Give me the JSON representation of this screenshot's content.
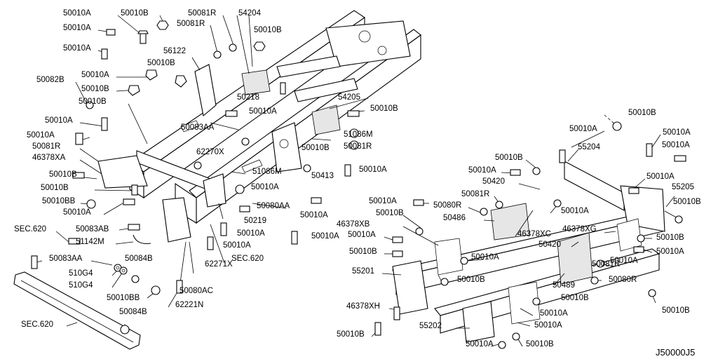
{
  "diagram_id": "J50000J5",
  "parts": [
    {
      "label": "50010A"
    },
    {
      "label": "50010B"
    },
    {
      "label": "50081R"
    },
    {
      "label": "54204"
    },
    {
      "label": "50010A"
    },
    {
      "label": "50081R"
    },
    {
      "label": "50010B"
    },
    {
      "label": "50010A"
    },
    {
      "label": "56122"
    },
    {
      "label": "50010B"
    },
    {
      "label": "50010A"
    },
    {
      "label": "50010B"
    },
    {
      "label": "50082B"
    },
    {
      "label": "50010B"
    },
    {
      "label": "50218"
    },
    {
      "label": "50010A"
    },
    {
      "label": "50010A"
    },
    {
      "label": "54205"
    },
    {
      "label": "50010B"
    },
    {
      "label": "50010A"
    },
    {
      "label": "50083AA"
    },
    {
      "label": "51086M"
    },
    {
      "label": "50081R"
    },
    {
      "label": "50081R"
    },
    {
      "label": "46378XA"
    },
    {
      "label": "62270X"
    },
    {
      "label": "50010B"
    },
    {
      "label": "50413"
    },
    {
      "label": "50010A"
    },
    {
      "label": "51086M"
    },
    {
      "label": "50010B"
    },
    {
      "label": "50010A"
    },
    {
      "label": "50010B"
    },
    {
      "label": "50010BB"
    },
    {
      "label": "50010A"
    },
    {
      "label": "50080AA"
    },
    {
      "label": "50219"
    },
    {
      "label": "50010A"
    },
    {
      "label": "SEC.620"
    },
    {
      "label": "50083AB"
    },
    {
      "label": "50010A"
    },
    {
      "label": "50010A"
    },
    {
      "label": "51142M"
    },
    {
      "label": "50010A"
    },
    {
      "label": "62271X"
    },
    {
      "label": "SEC.620"
    },
    {
      "label": "50083AA"
    },
    {
      "label": "50084B"
    },
    {
      "label": "510G4"
    },
    {
      "label": "510G4"
    },
    {
      "label": "50080AC"
    },
    {
      "label": "50010BB"
    },
    {
      "label": "62221N"
    },
    {
      "label": "50084B"
    },
    {
      "label": "SEC.620"
    },
    {
      "label": "50010B"
    },
    {
      "label": "50010A"
    },
    {
      "label": "50010A"
    },
    {
      "label": "55204"
    },
    {
      "label": "50010A"
    },
    {
      "label": "50010B"
    },
    {
      "label": "50010A"
    },
    {
      "label": "50010A"
    },
    {
      "label": "50420"
    },
    {
      "label": "50010A"
    },
    {
      "label": "55205"
    },
    {
      "label": "50081R"
    },
    {
      "label": "50010A"
    },
    {
      "label": "50080R"
    },
    {
      "label": "50010B"
    },
    {
      "label": "50010B"
    },
    {
      "label": "50486"
    },
    {
      "label": "50010A"
    },
    {
      "label": "46378XB"
    },
    {
      "label": "46378XC"
    },
    {
      "label": "46378XG"
    },
    {
      "label": "50010B"
    },
    {
      "label": "50010A"
    },
    {
      "label": "50420"
    },
    {
      "label": "50010A"
    },
    {
      "label": "50010B"
    },
    {
      "label": "50010A"
    },
    {
      "label": "50081R"
    },
    {
      "label": "55201"
    },
    {
      "label": "50010B"
    },
    {
      "label": "50489"
    },
    {
      "label": "50080R"
    },
    {
      "label": "50010B"
    },
    {
      "label": "50010A"
    },
    {
      "label": "50010A"
    },
    {
      "label": "46378XH"
    },
    {
      "label": "55202"
    },
    {
      "label": "50010B"
    },
    {
      "label": "50010A"
    },
    {
      "label": "50010B"
    },
    {
      "label": "50010B"
    }
  ]
}
